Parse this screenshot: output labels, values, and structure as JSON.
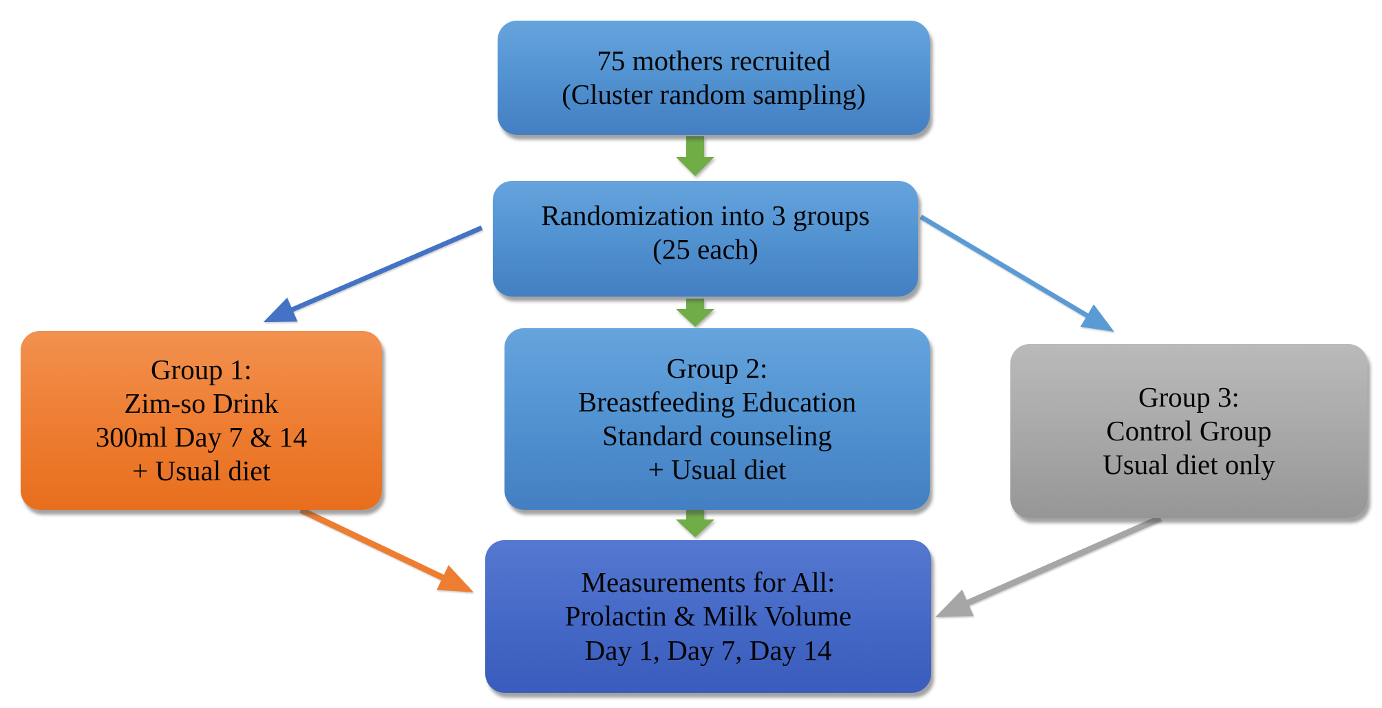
{
  "flowchart": {
    "nodes": {
      "recruited": {
        "lines": [
          "75 mothers recruited",
          "(Cluster random sampling)"
        ],
        "fill_color": "#5b9bd5"
      },
      "randomization": {
        "lines": [
          "Randomization into 3 groups",
          "(25 each)"
        ],
        "fill_color": "#5b9bd5"
      },
      "group1": {
        "lines": [
          "Group 1:",
          "Zim-so Drink",
          "300ml Day 7 & 14",
          "+ Usual diet"
        ],
        "fill_color": "#ed7d31"
      },
      "group2": {
        "lines": [
          "Group 2:",
          "Breastfeeding Education",
          "Standard counseling",
          "+ Usual diet"
        ],
        "fill_color": "#5b9bd5"
      },
      "group3": {
        "lines": [
          "Group 3:",
          "Control Group",
          "Usual diet only"
        ],
        "fill_color": "#a6a6a6"
      },
      "measurements": {
        "lines": [
          "Measurements for All:",
          "Prolactin & Milk Volume",
          "Day 1, Day 7, Day 14"
        ],
        "fill_color": "#4472c4"
      }
    },
    "edges": [
      {
        "from": "recruited",
        "to": "randomization",
        "style": "green-block-arrow"
      },
      {
        "from": "randomization",
        "to": "group1",
        "style": "dark-blue-line-arrow"
      },
      {
        "from": "randomization",
        "to": "group2",
        "style": "green-block-arrow"
      },
      {
        "from": "randomization",
        "to": "group3",
        "style": "light-blue-line-arrow"
      },
      {
        "from": "group1",
        "to": "measurements",
        "style": "orange-line-arrow"
      },
      {
        "from": "group2",
        "to": "measurements",
        "style": "green-block-arrow"
      },
      {
        "from": "group3",
        "to": "measurements",
        "style": "gray-line-arrow"
      }
    ],
    "colors": {
      "arrow_green": "#70ad47",
      "arrow_dark_blue": "#4472c4",
      "arrow_light_blue": "#5b9bd5",
      "arrow_orange": "#ed7d31",
      "arrow_gray": "#a6a6a6",
      "text": "#000000",
      "background": "#ffffff"
    }
  }
}
